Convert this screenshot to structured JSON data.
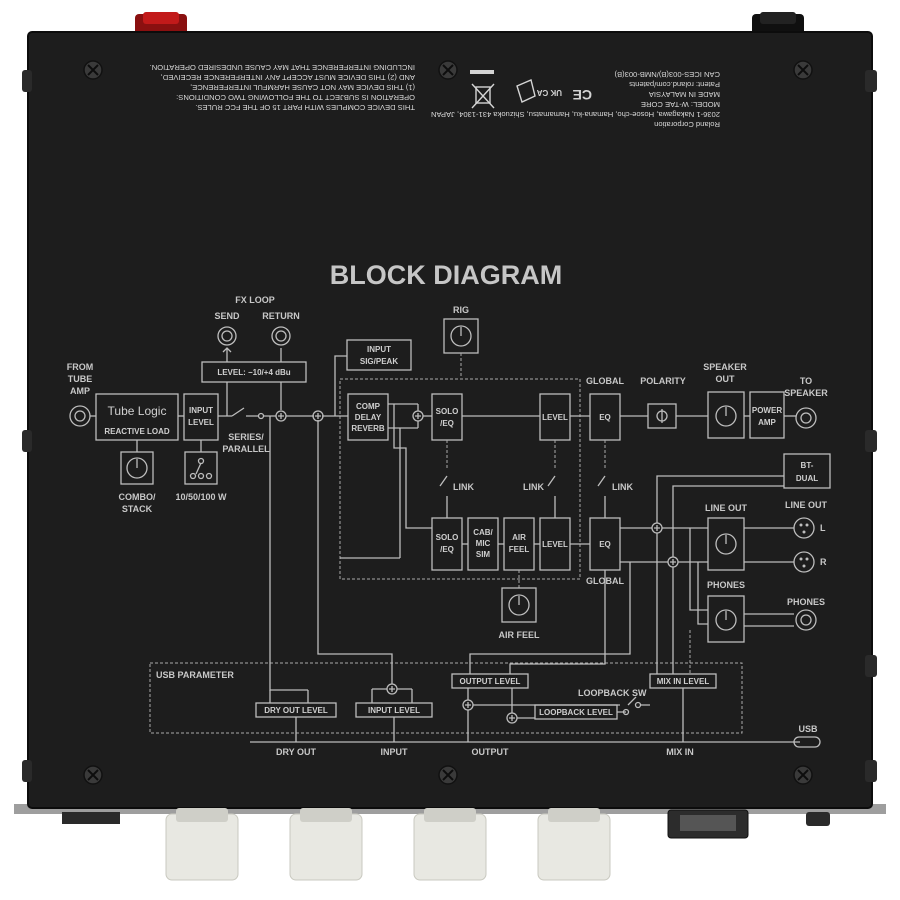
{
  "title": "BLOCK DIAGRAM",
  "legal_right": {
    "lines": [
      "Roland Corporation",
      "2036-1 Nakagawa, Hosoe-cho, Hamana-ku, Hamamatsu, Shizuoka 431-1304, JAPAN",
      "MODEL: W-TAE CORE",
      "MADE IN MALAYSIA",
      "Patent: roland.com/patents",
      "CAN ICES-003(B)/NMB-003(B)"
    ]
  },
  "legal_left": {
    "lines": [
      "THIS DEVICE COMPLIES WITH PART 15 OF THE FCC RULES.",
      "OPERATION IS SUBJECT TO THE FOLLOWING TWO CONDITIONS:",
      "(1) THIS DEVICE MAY NOT CAUSE HARMFUL INTERFERENCE,",
      "AND (2) THIS DEVICE MUST ACCEPT ANY INTERFERENCE RECEIVED,",
      "INCLUDING INTERFERENCE THAT MAY CAUSE UNDESIRED OPERATION."
    ]
  },
  "marks": [
    "CE",
    "UK CA"
  ],
  "labels": {
    "fx_loop": "FX LOOP",
    "send": "SEND",
    "return": "RETURN",
    "level_fx": "LEVEL: −10/+4 dBu",
    "from_tube_amp": [
      "FROM",
      "TUBE",
      "AMP"
    ],
    "tube_logic": "Tube Logic",
    "reactive_load": "REACTIVE LOAD",
    "input_level": [
      "INPUT",
      "LEVEL"
    ],
    "series_parallel": [
      "SERIES/",
      "PARALLEL"
    ],
    "combo_stack": [
      "COMBO/",
      "STACK"
    ],
    "watts": "10/50/100 W",
    "rig": "RIG",
    "input_sig_peak": [
      "INPUT",
      "SIG/PEAK"
    ],
    "comp_delay_reverb": [
      "COMP",
      "DELAY",
      "REVERB"
    ],
    "solo_eq": [
      "SOLO",
      "/EQ"
    ],
    "level": "LEVEL",
    "global": "GLOBAL",
    "eq": "EQ",
    "polarity": "POLARITY",
    "speaker_out": [
      "SPEAKER",
      "OUT"
    ],
    "power_amp": [
      "POWER",
      "AMP"
    ],
    "to_speaker": [
      "TO",
      "SPEAKER"
    ],
    "link": "LINK",
    "cab_mic_sim": [
      "CAB/",
      "MIC",
      "SIM"
    ],
    "air_feel_box": [
      "AIR",
      "FEEL"
    ],
    "air_feel": "AIR FEEL",
    "bt_dual": [
      "BT-",
      "DUAL"
    ],
    "line_out": "LINE OUT",
    "line_out_jack": "LINE OUT",
    "l": "L",
    "r": "R",
    "phones": "PHONES",
    "phones_jack": "PHONES",
    "usb_parameter": "USB PARAMETER",
    "dry_out_level": "DRY OUT LEVEL",
    "input_level_usb": "INPUT LEVEL",
    "output_level": "OUTPUT LEVEL",
    "loopback_sw": "LOOPBACK SW",
    "loopback_level": "LOOPBACK LEVEL",
    "mix_in_level": "MIX IN LEVEL",
    "usb": "USB",
    "dry_out": "DRY OUT",
    "input": "INPUT",
    "output": "OUTPUT",
    "mix_in": "MIX IN"
  },
  "colors": {
    "panel": "#1d1d1d",
    "line": "#bdbdbd",
    "knob": "#e8e8e2",
    "red_jack": "#c21a1a"
  }
}
